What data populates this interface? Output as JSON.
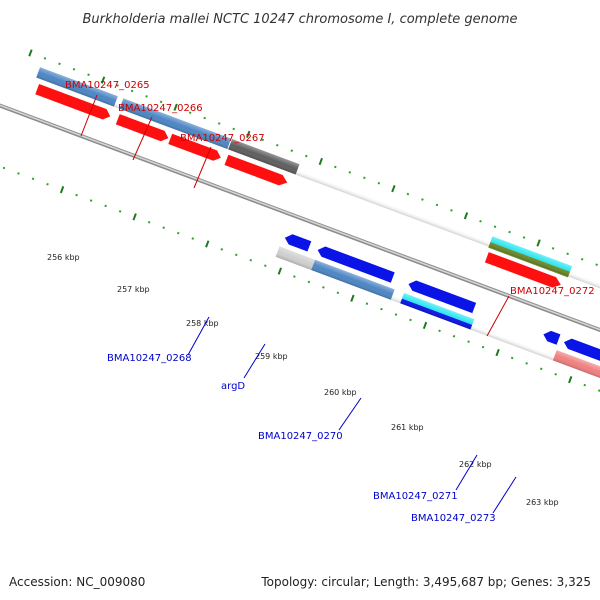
{
  "title": "Burkholderia mallei NCTC 10247 chromosome I, complete genome",
  "footer": {
    "accession": "Accession: NC_009080",
    "summary": "Topology: circular; Length: 3,495,687 bp; Genes: 3,325"
  },
  "colors": {
    "backbone": "#8a8a8a",
    "tick": "#1f7a1f",
    "dot": "#2ea02e",
    "forward_label": "#cc0000",
    "reverse_label": "#0000cc",
    "cds_red": "#ff1010",
    "cds_steelblue": "#4d86c4",
    "cds_gray": "#5f5f5f",
    "cds_blue": "#0a14e6",
    "cds_cyan": "#29e6f0",
    "cds_olive": "#6d8a2a",
    "cds_pink": "#f08080",
    "cds_light": "#cfcfcf"
  },
  "scale_ticks": [
    "256 kbp",
    "257 kbp",
    "258 kbp",
    "259 kbp",
    "260 kbp",
    "261 kbp",
    "262 kbp",
    "263 kbp"
  ],
  "forward_genes": [
    {
      "id": "g265",
      "label": "BMA10247_0265"
    },
    {
      "id": "g266",
      "label": "BMA10247_0266"
    },
    {
      "id": "g267",
      "label": "BMA10247_0267"
    },
    {
      "id": "g272",
      "label": "BMA10247_0272"
    }
  ],
  "reverse_genes": [
    {
      "id": "g268",
      "label": "BMA10247_0268"
    },
    {
      "id": "argD",
      "label": "argD"
    },
    {
      "id": "g270",
      "label": "BMA10247_0270"
    },
    {
      "id": "g271",
      "label": "BMA10247_0271"
    },
    {
      "id": "g273",
      "label": "BMA10247_0273"
    }
  ]
}
